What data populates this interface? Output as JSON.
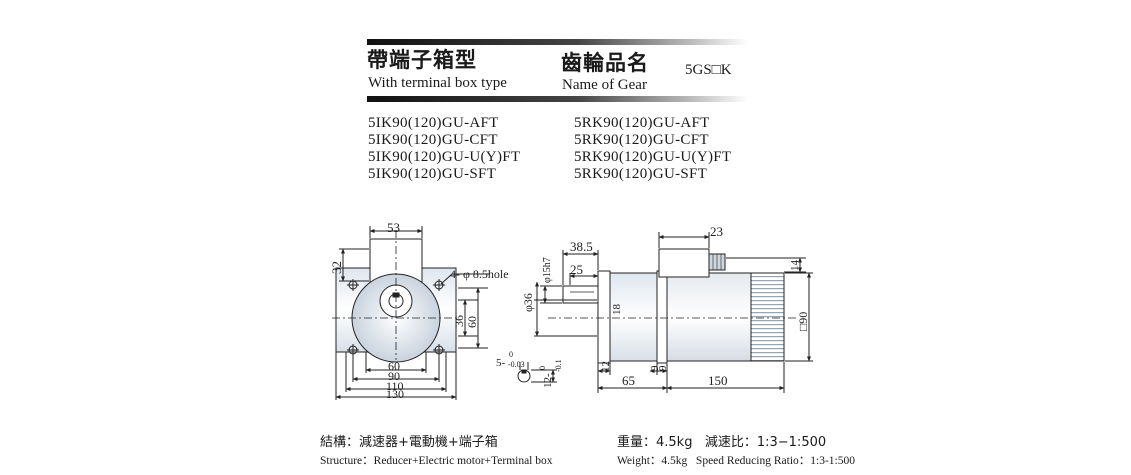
{
  "header": {
    "type_cjk": "帶端子箱型",
    "type_en": "With terminal box type",
    "gear_cjk": "齒輪品名",
    "gear_en": "Name of Gear",
    "gear_model": "5GS□K"
  },
  "models": {
    "left": [
      "5IK90(120)GU-AFT",
      "5IK90(120)GU-CFT",
      "5IK90(120)GU-U(Y)FT",
      "5IK90(120)GU-SFT"
    ],
    "right": [
      "5RK90(120)GU-AFT",
      "5RK90(120)GU-CFT",
      "5RK90(120)GU-U(Y)FT",
      "5RK90(120)GU-SFT"
    ]
  },
  "front_view": {
    "dim_top": "53",
    "dim_left": "32",
    "hole_note": "4- φ 8.5hole",
    "dim_36": "36",
    "dim_60v": "60",
    "dim_60": "60",
    "dim_90": "90",
    "dim_110": "110",
    "dim_130": "130"
  },
  "key_detail": {
    "width": "5-",
    "width_tol_upper": "0",
    "width_tol_lower": "-0.03",
    "height": "12-",
    "height_tol_upper": "0",
    "height_tol_lower": "-0.1"
  },
  "side_view": {
    "dim_38_5": "38.5",
    "dim_25": "25",
    "dim_15h7": "φ15h7",
    "dim_36": "φ36",
    "dim_18": "18",
    "dim_23": "23",
    "dim_14": "14",
    "dim_sq90": "□90",
    "dim_12": "12",
    "dim_65": "65",
    "dim_9a": "9",
    "dim_9b": "9",
    "dim_150": "150"
  },
  "footer": {
    "structure_cjk": "結構：減速器+電動機+端子箱",
    "structure_en": "Structure：Reducer+Electric motor+Terminal box",
    "weight_cjk": "重量：4.5kg   減速比：1:3−1:500",
    "weight_en": "Weight：4.5kg   Speed Reducing Ratio：1:3-1:500"
  }
}
